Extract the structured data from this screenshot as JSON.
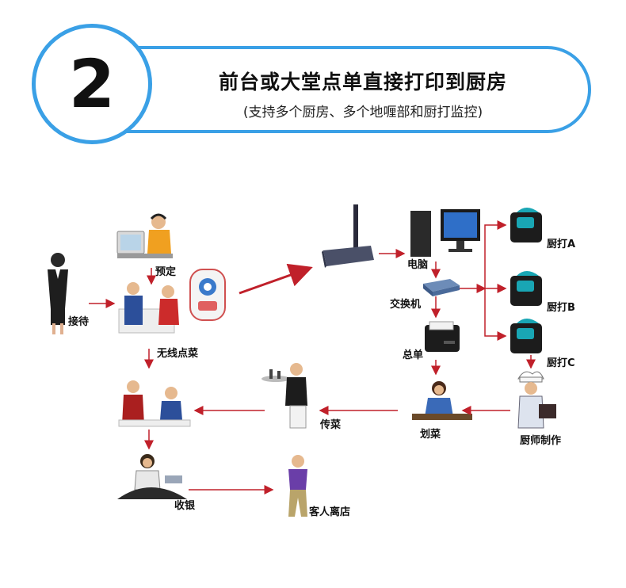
{
  "header": {
    "step_number": "2",
    "title": "前台或大堂点单直接打印到厨房",
    "subtitle": "(支持多个厨房、多个地喱部和厨打监控)"
  },
  "diagram": {
    "labels": {
      "reserve": "预定",
      "reception": "接待",
      "wireless_order": "无线点菜",
      "computer": "电脑",
      "switch": "交换机",
      "main_printer": "总单",
      "kitchen_a": "厨打A",
      "kitchen_b": "厨打B",
      "kitchen_c": "厨打C",
      "chef": "厨师制作",
      "mark_dish": "划菜",
      "serve_dish": "传菜",
      "cashier": "收银",
      "guest_leave": "客人离店"
    },
    "colors": {
      "accent": "#3aa0e6",
      "arrow": "#c0202a",
      "printer_teal": "#19a6b4"
    }
  }
}
